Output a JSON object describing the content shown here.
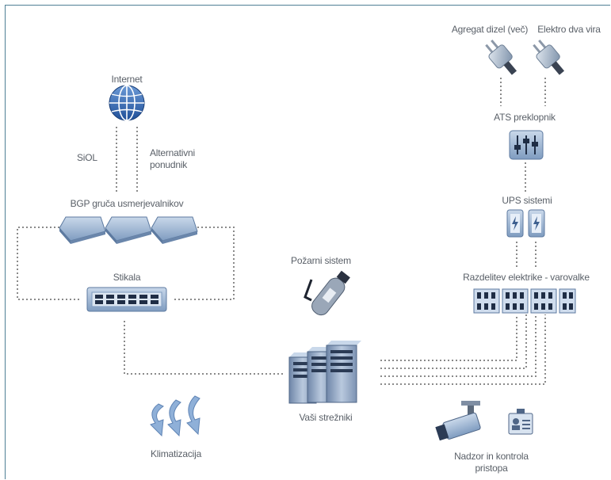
{
  "labels": {
    "internet": "Internet",
    "siol": "SiOL",
    "alt_provider_line1": "Alternativni",
    "alt_provider_line2": "ponudnik",
    "bgp": "BGP gruča usmerjevalnikov",
    "switches": "Stikala",
    "fire": "Požarni sistem",
    "servers": "Vaši strežniki",
    "cooling": "Klimatizacija",
    "diesel": "Agregat dizel (več)",
    "dual_power": "Elektro dva vira",
    "ats": "ATS preklopnik",
    "ups": "UPS sistemi",
    "distribution": "Razdelitev elektrike - varovalke",
    "surveillance_line1": "Nadzor in kontrola",
    "surveillance_line2": "pristopa"
  },
  "icons": {
    "internet": "globe-icon",
    "router": "router-icon",
    "switch": "switch-icon",
    "fire": "fire-extinguisher-icon",
    "server": "server-rack-icon",
    "cooling": "airflow-icon",
    "plug": "power-plug-icon",
    "ats": "ats-switch-icon",
    "ups": "ups-battery-icon",
    "fuse": "fuse-box-icon",
    "camera": "camera-icon",
    "badge": "id-badge-icon"
  },
  "colors": {
    "device_blue": "#8aa6c7",
    "device_dark": "#2b3b55",
    "connector_dots": "#8a8a8a",
    "frame": "#4f7f95"
  }
}
